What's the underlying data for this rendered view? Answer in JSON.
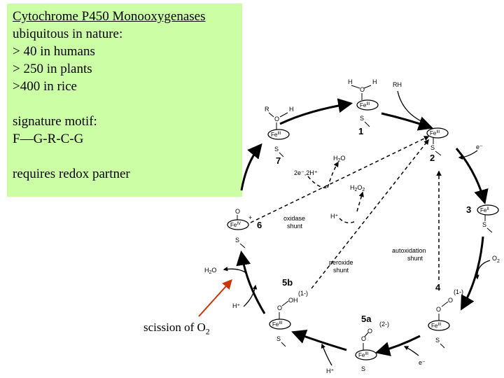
{
  "notes": {
    "title": "Cytochrome P450 Monooxygenases",
    "lines": [
      "ubiquitous in nature:",
      "> 40 in humans",
      "> 250 in plants",
      ">400 in rice"
    ],
    "motif_label": "signature motif:",
    "motif": "F—G-R-C-G",
    "partner": "requires redox partner"
  },
  "annotation": {
    "text": "scission of O",
    "subscript": "2",
    "arrow_color": "#cc3300"
  },
  "cycle": {
    "states": {
      "s1": {
        "number": "1",
        "fe": "Fe",
        "ox": "III",
        "s": "S",
        "ligand_o": "O",
        "ligand_h1": "H",
        "ligand_h2": "H"
      },
      "s2": {
        "number": "2",
        "fe": "Fe",
        "ox": "III",
        "s": "S"
      },
      "s3": {
        "number": "3",
        "fe": "Fe",
        "ox": "II",
        "s": "S"
      },
      "s4": {
        "number": "4",
        "fe": "Fe",
        "ox": "III",
        "s": "S",
        "ligand_o1": "O",
        "ligand_o2": "O",
        "charge": "(1-)"
      },
      "s5a": {
        "number": "5a",
        "fe": "Fe",
        "ox": "III",
        "s": "S",
        "ligand_o1": "O",
        "ligand_o2": "O",
        "charge": "(2-)"
      },
      "s5b": {
        "number": "5b",
        "fe": "Fe",
        "ox": "III",
        "s": "S",
        "ligand_o": "O",
        "ligand_oh": "OH",
        "charge": "(1-)"
      },
      "s6": {
        "number": "6",
        "fe": "Fe",
        "ox": "IV",
        "s": "S",
        "ligand_o": "O",
        "charge": "+"
      },
      "s7": {
        "number": "7",
        "fe": "Fe",
        "ox": "III",
        "s": "S",
        "ligand_r": "R",
        "ligand_o": "O",
        "ligand_h": "H"
      }
    },
    "reagents": {
      "rh": "RH",
      "e1": "e⁻",
      "o2": "O",
      "o2_sub": "2",
      "e2": "e⁻",
      "h_bottom": "H⁺",
      "h_left": "H⁺",
      "h2o_left": "H",
      "h2o_left_sub": "2",
      "h2o_left_o": "O",
      "h2o_center": "H",
      "h2o_center_sub": "2",
      "h2o_center_o": "O",
      "e2h": "2e⁻,2H⁺",
      "h2o2": "H",
      "h2o2_sub": "2",
      "h2o2_o": "O",
      "h2o2_sub2": "2",
      "h_center": "H⁺"
    },
    "shunts": {
      "oxidase": [
        "oxidase",
        "shunt"
      ],
      "peroxide": [
        "peroxide",
        "shunt"
      ],
      "autoxidation": [
        "autoxidation",
        "shunt"
      ]
    }
  }
}
